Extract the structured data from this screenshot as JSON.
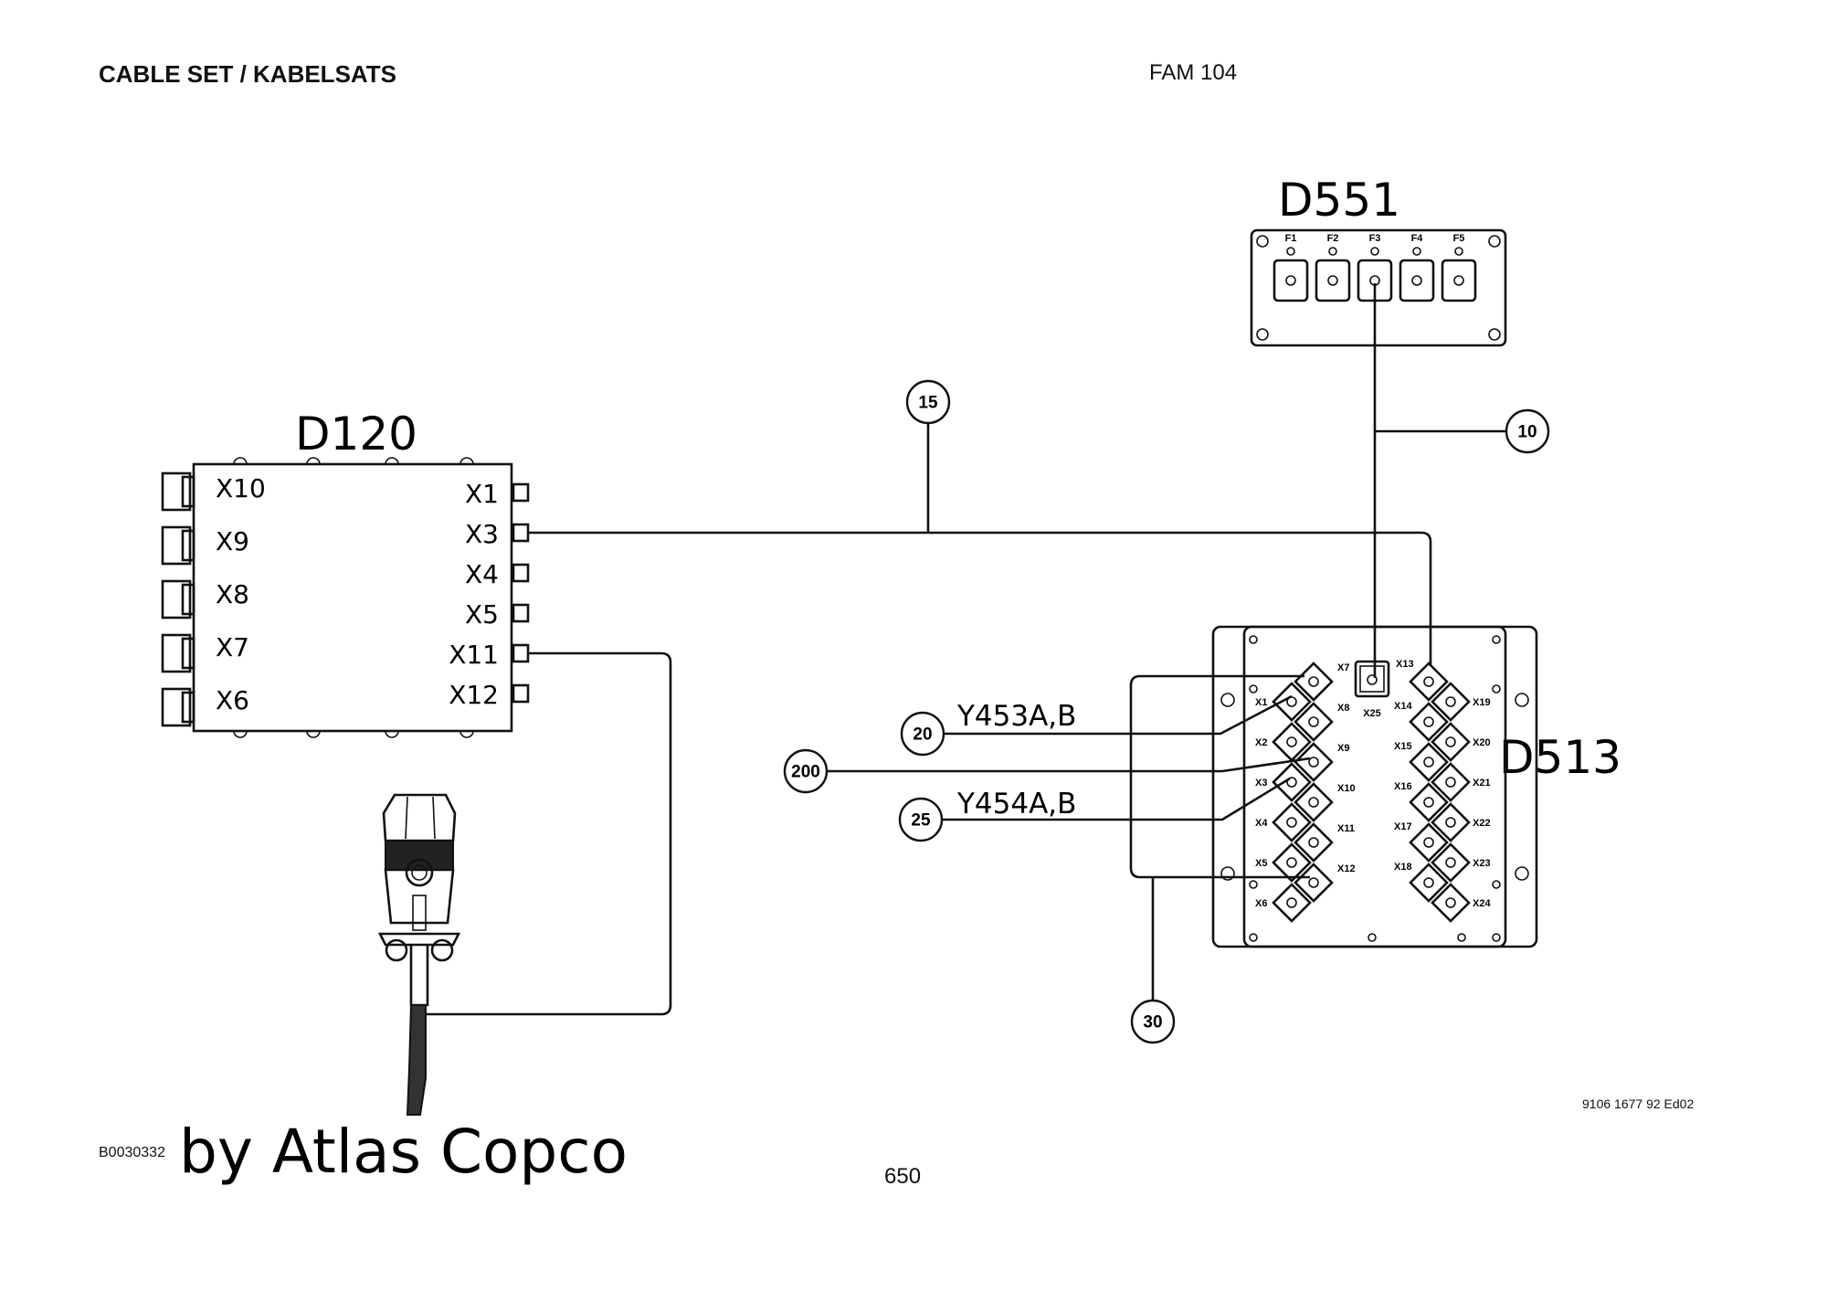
{
  "header": {
    "title": "CABLE SET / KABELSATS",
    "family": "FAM 104"
  },
  "footer": {
    "doc_code": "B0030332",
    "brand": "by Atlas Copco",
    "page_number": "650",
    "drawing_number": "9106 1677 92 Ed02"
  },
  "devices": {
    "d120": {
      "label": "D120",
      "left_ports": [
        "X10",
        "X9",
        "X8",
        "X7",
        "X6"
      ],
      "right_ports": [
        "X1",
        "X3",
        "X4",
        "X5",
        "X11",
        "X12"
      ]
    },
    "d551": {
      "label": "D551",
      "fuses": [
        "F1",
        "F2",
        "F3",
        "F4",
        "F5"
      ]
    },
    "d513": {
      "label": "D513",
      "left_ports": [
        "X7",
        "X1",
        "X8",
        "X2",
        "X9",
        "X3",
        "X10",
        "X4",
        "X11",
        "X5",
        "X12",
        "X6"
      ],
      "right_ports": [
        "X13",
        "X14",
        "X19",
        "X15",
        "X20",
        "X16",
        "X21",
        "X17",
        "X22",
        "X18",
        "X23",
        "X24"
      ],
      "center_port": "X25"
    }
  },
  "cables": {
    "c15": "15",
    "c10": "10",
    "c20": "20",
    "c200": "200",
    "c25": "25",
    "c30": "30"
  },
  "wire_labels": {
    "y453": "Y453A,B",
    "y454": "Y454A,B"
  }
}
